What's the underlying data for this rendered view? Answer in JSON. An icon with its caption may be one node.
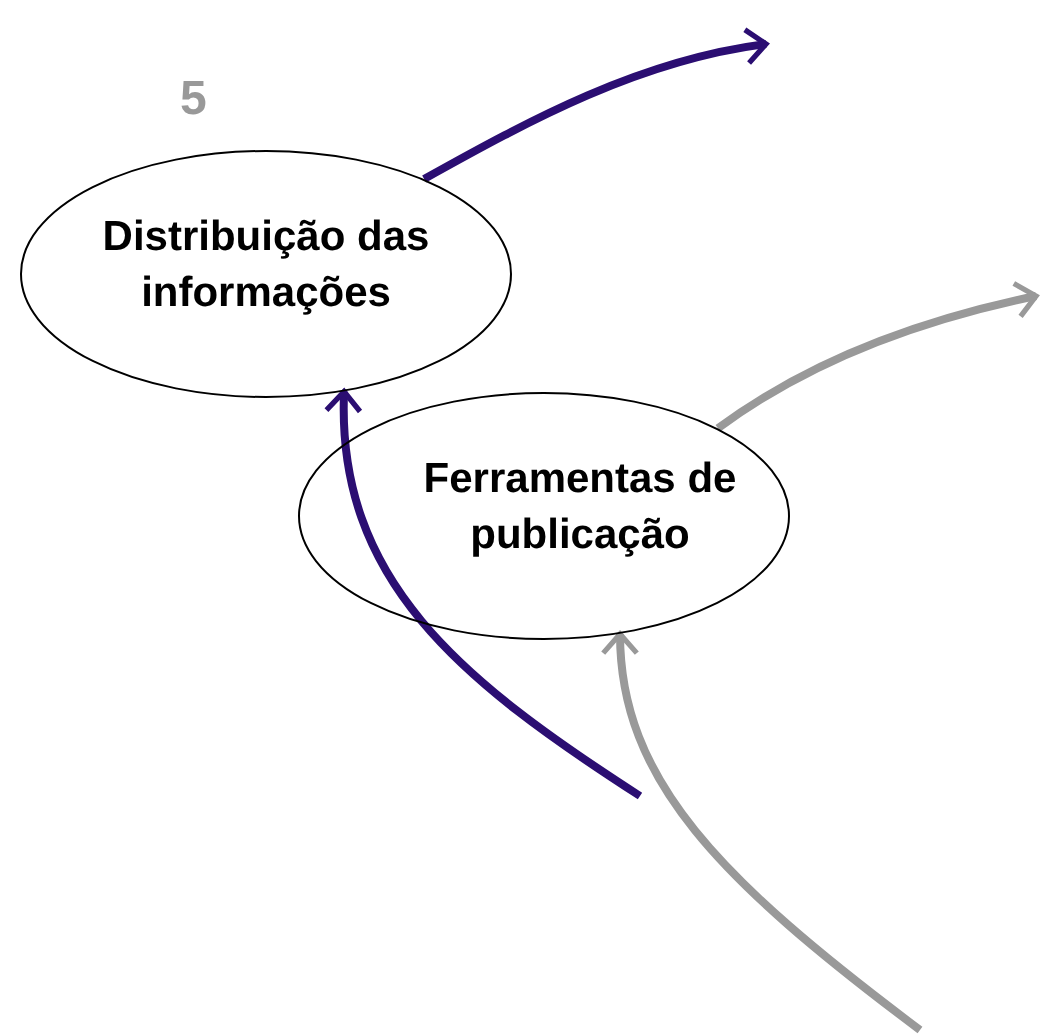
{
  "diagram": {
    "nodes": [
      {
        "text": [
          "Distribuição das informações"
        ]
      },
      {
        "text": [
          "Ferramentas de publicação"
        ]
      }
    ],
    "edges": [
      {
        "from": 0,
        "to": null,
        "arrow": "to",
        "color": "#2b0e72"
      },
      {
        "from": 1,
        "to": null,
        "arrow": "to",
        "color": "#999999"
      },
      {
        "from": null,
        "to": 0,
        "arrow": "to",
        "color": "#2b0e72"
      },
      {
        "from": null,
        "to": 1,
        "arrow": "to",
        "color": "#999999"
      }
    ],
    "labels": [
      "5"
    ]
  }
}
